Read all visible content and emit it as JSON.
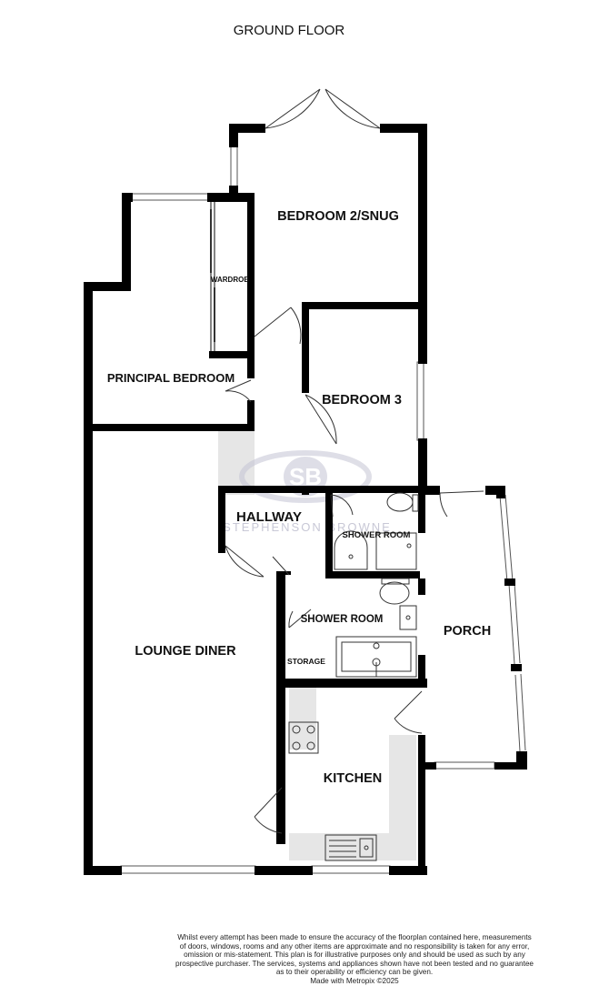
{
  "header": {
    "title": "GROUND FLOOR"
  },
  "rooms": {
    "bedroom2": "BEDROOM 2/SNUG",
    "wardrobe": "WARDROB",
    "principal": "PRINCIPAL BEDROOM",
    "bedroom3": "BEDROOM 3",
    "hallway": "HALLWAY",
    "shower_small": "SHOWER ROOM",
    "shower_main": "SHOWER ROOM",
    "storage": "STORAGE",
    "porch": "PORCH",
    "lounge": "LOUNGE DINER",
    "kitchen": "KITCHEN"
  },
  "watermark": {
    "text": "STEPHENSON BROWNE",
    "initials": "SB"
  },
  "footer": {
    "lines": [
      "Whilst every attempt has been made to ensure the accuracy of the floorplan contained here, measurements",
      "of doors, windows, rooms and any other items are approximate and no responsibility is taken for any error,",
      "omission or mis-statement. This plan is for illustrative purposes only and should be used as such by any",
      "prospective purchaser. The services, systems and appliances shown have not been tested and no guarantee",
      "as to their operability or efficiency can be given.",
      "Made with Metropix ©2025"
    ]
  },
  "colors": {
    "wall": "#000000",
    "floor_shade": "#e6e6e6",
    "watermark": "#c4c4d4"
  }
}
